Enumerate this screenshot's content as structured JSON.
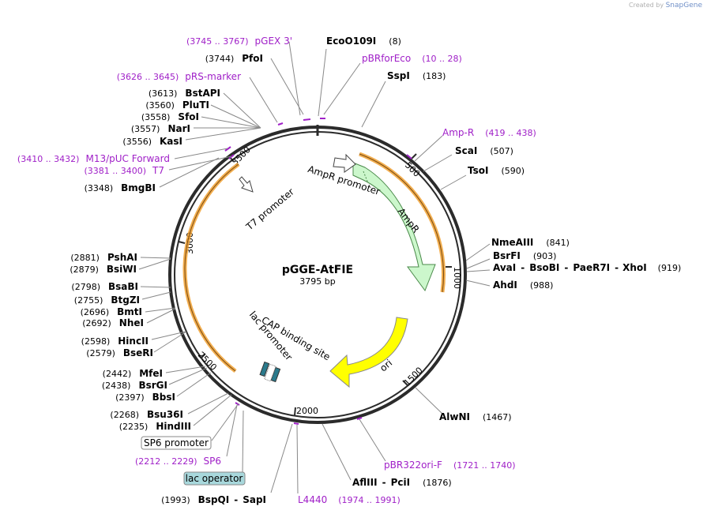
{
  "credit": {
    "prefix": "Created by",
    "brand": "SnapGene"
  },
  "plasmid": {
    "name": "pGGE-AtFIE",
    "size_label": "3795 bp"
  },
  "ticks": [
    "500",
    "1000",
    "1500",
    "2000",
    "2500",
    "3000",
    "3500"
  ],
  "features": {
    "ampr_promoter": "AmpR promoter",
    "ampr": "AmpR",
    "ori": "ori",
    "t7_promoter": "T7 promoter",
    "cap_site": "CAP binding site",
    "lac_promoter": "lac promoter"
  },
  "right_labels": {
    "ecoo109i": {
      "name": "EcoO109I",
      "pos": "(8)"
    },
    "pbrforeco": {
      "name": "pBRforEco",
      "pos": "(10 .. 28)"
    },
    "sspi": {
      "name": "SspI",
      "pos": "(183)"
    },
    "ampr_primer": {
      "name": "Amp-R",
      "pos": "(419 .. 438)"
    },
    "scai": {
      "name": "ScaI",
      "pos": "(507)"
    },
    "tsoi": {
      "name": "TsoI",
      "pos": "(590)"
    },
    "nmeaiii": {
      "name": "NmeAIII",
      "pos": "(841)"
    },
    "bsrfi": {
      "name": "BsrFI",
      "pos": "(903)"
    },
    "avai_line": {
      "n1": "AvaI",
      "n2": "BsoBI",
      "n3": "PaeR7I",
      "n4": "XhoI",
      "pos": "(919)"
    },
    "ahdi": {
      "name": "AhdI",
      "pos": "(988)"
    },
    "alwni": {
      "name": "AlwNI",
      "pos": "(1467)"
    },
    "pbr322ori": {
      "name": "pBR322ori-F",
      "pos": "(1721 .. 1740)"
    },
    "afliii": {
      "n1": "AflIII",
      "n2": "PciI",
      "pos": "(1876)"
    },
    "l4440": {
      "name": "L4440",
      "pos": "(1974 .. 1991)"
    }
  },
  "left_labels": {
    "pgex3": {
      "name": "pGEX 3'",
      "pos": "(3745 .. 3767)"
    },
    "pfoi": {
      "name": "PfoI",
      "pos": "(3744)"
    },
    "prsmarker": {
      "name": "pRS-marker",
      "pos": "(3626 .. 3645)"
    },
    "bstapi": {
      "name": "BstAPI",
      "pos": "(3613)"
    },
    "plutI": {
      "name": "PluTI",
      "pos": "(3560)"
    },
    "sfoi": {
      "name": "SfoI",
      "pos": "(3558)"
    },
    "nari": {
      "name": "NarI",
      "pos": "(3557)"
    },
    "kasi": {
      "name": "KasI",
      "pos": "(3556)"
    },
    "m13": {
      "name": "M13/pUC Forward",
      "pos": "(3410 .. 3432)"
    },
    "t7": {
      "name": "T7",
      "pos": "(3381 .. 3400)"
    },
    "bmgbi": {
      "name": "BmgBI",
      "pos": "(3348)"
    },
    "pshai": {
      "name": "PshAI",
      "pos": "(2881)"
    },
    "bsiwi": {
      "name": "BsiWI",
      "pos": "(2879)"
    },
    "bsabi": {
      "name": "BsaBI",
      "pos": "(2798)"
    },
    "btgzi": {
      "name": "BtgZI",
      "pos": "(2755)"
    },
    "bmti": {
      "name": "BmtI",
      "pos": "(2696)"
    },
    "nhei": {
      "name": "NheI",
      "pos": "(2692)"
    },
    "hincii": {
      "name": "HincII",
      "pos": "(2598)"
    },
    "bseri": {
      "name": "BseRI",
      "pos": "(2579)"
    },
    "mfei": {
      "name": "MfeI",
      "pos": "(2442)"
    },
    "bsrgi": {
      "name": "BsrGI",
      "pos": "(2438)"
    },
    "bbsi": {
      "name": "BbsI",
      "pos": "(2397)"
    },
    "bsu36i": {
      "name": "Bsu36I",
      "pos": "(2268)"
    },
    "hindiii": {
      "name": "HindIII",
      "pos": "(2235)"
    },
    "sp6_promoter": "SP6 promoter",
    "sp6": {
      "name": "SP6",
      "pos": "(2212 .. 2229)"
    },
    "lac_operator": "lac operator",
    "bspqi": {
      "n1": "BspQI",
      "n2": "SapI",
      "pos": "(1993)"
    }
  },
  "colors": {
    "backbone": "#2b2b2b",
    "ampr_fill": "#ccf7cc",
    "ori_fill": "#ffff00",
    "primer": "#a020c8",
    "orange": "#f0a030",
    "lac_operator_bg": "#a8d8dc",
    "cap_fill": "#2a7a8c"
  }
}
